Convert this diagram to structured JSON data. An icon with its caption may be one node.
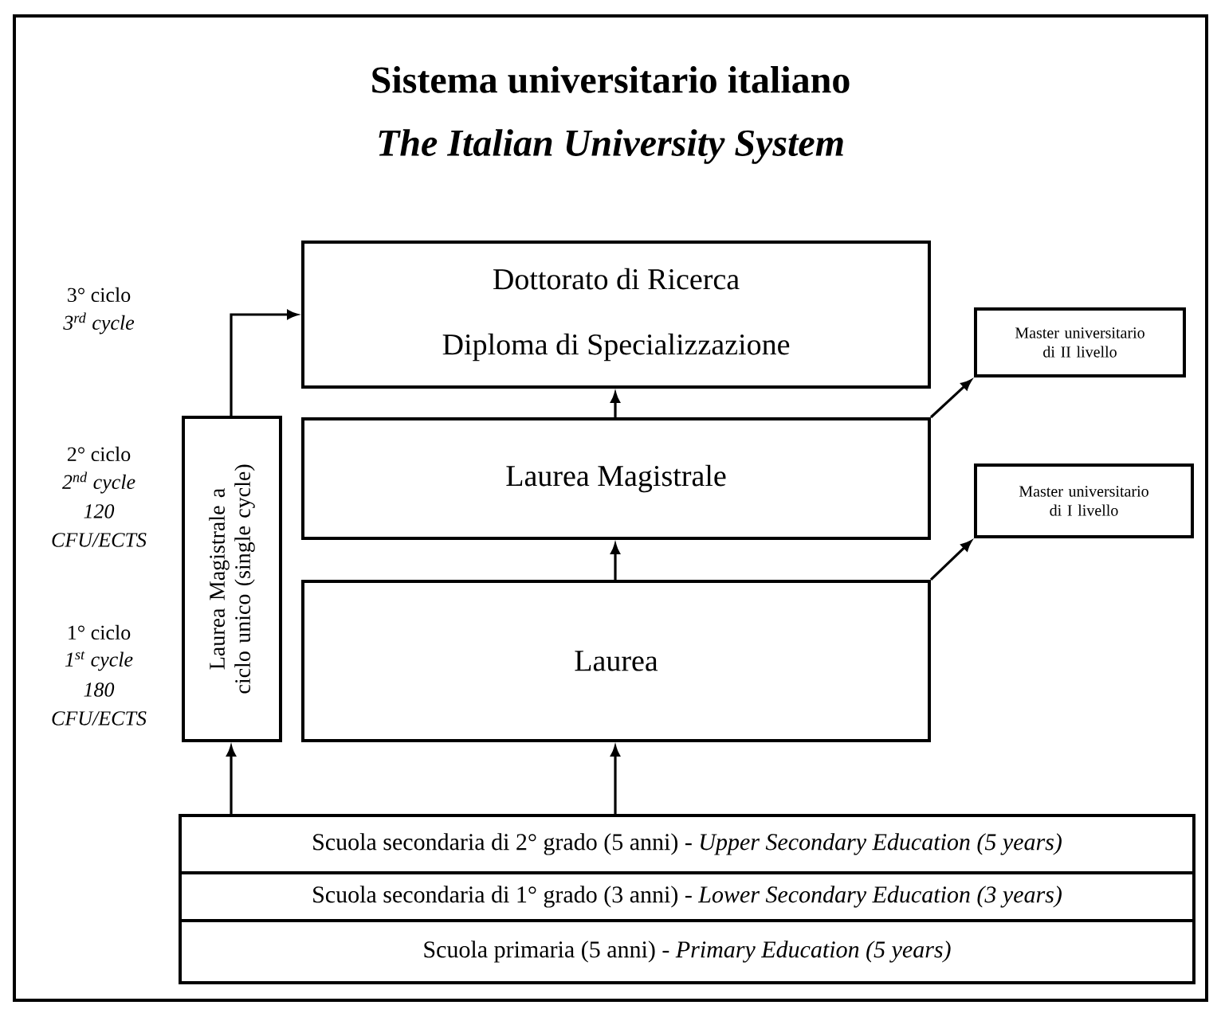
{
  "diagram": {
    "title": "Sistema universitario italiano",
    "nodes": [
      {
        "text": [
          "Dottorato di Ricerca",
          "Diploma di Specializzazione"
        ]
      },
      {
        "text": [
          "Master universitario di II livello"
        ]
      },
      {
        "text": [
          "Laurea Magistrale a ciclo unico (single cycle)"
        ]
      },
      {
        "text": [
          "Laurea Magistrale"
        ]
      },
      {
        "text": [
          "Master universitario di I livello"
        ]
      },
      {
        "text": [
          "Laurea"
        ]
      },
      {
        "text": [
          "Scuola secondaria di 2° grado (5 anni) - *Upper Secondary Education (5 years)*"
        ]
      },
      {
        "text": [
          "Scuola secondaria di 1° grado (3 anni) - *Lower Secondary Education (3 years)*"
        ]
      },
      {
        "text": [
          "Scuola primaria (5 anni) - *Primary Education (5 years)*"
        ]
      }
    ],
    "edges": [
      {
        "from": 6,
        "to": 2,
        "arrow": "to"
      },
      {
        "from": 6,
        "to": 5,
        "arrow": "to"
      },
      {
        "from": 5,
        "to": 3,
        "arrow": "to"
      },
      {
        "from": 3,
        "to": 0,
        "arrow": "to"
      },
      {
        "from": 2,
        "to": 0,
        "arrow": "to"
      },
      {
        "from": 5,
        "to": 4,
        "arrow": "to"
      },
      {
        "from": 3,
        "to": 1,
        "arrow": "to"
      }
    ],
    "labels": [
      "The Italian University System",
      "3° ciclo",
      "3$^{rd}$ cycle",
      "2° ciclo",
      "2$^{nd}$ cycle",
      "120",
      "CFU/ECTS",
      "1° ciclo",
      "1$^{st}$ cycle",
      "180",
      "CFU/ECTS"
    ]
  }
}
